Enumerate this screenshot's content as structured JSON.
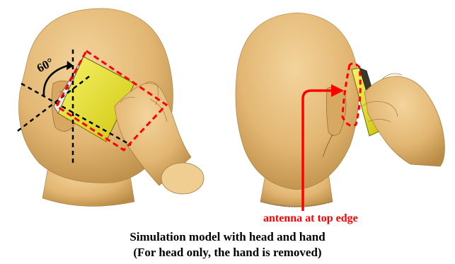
{
  "figure": {
    "angle_label": "60°",
    "antenna_label": "antenna at top edge",
    "caption_line1": "Simulation model with head and hand",
    "caption_line2": "(For head only, the hand is removed)"
  },
  "colors": {
    "skin": "#e2b672",
    "skin_shadow": "#b88a45",
    "phone": "#e6e21e",
    "highlight_red": "#ff0000",
    "guide_black": "#000000"
  }
}
